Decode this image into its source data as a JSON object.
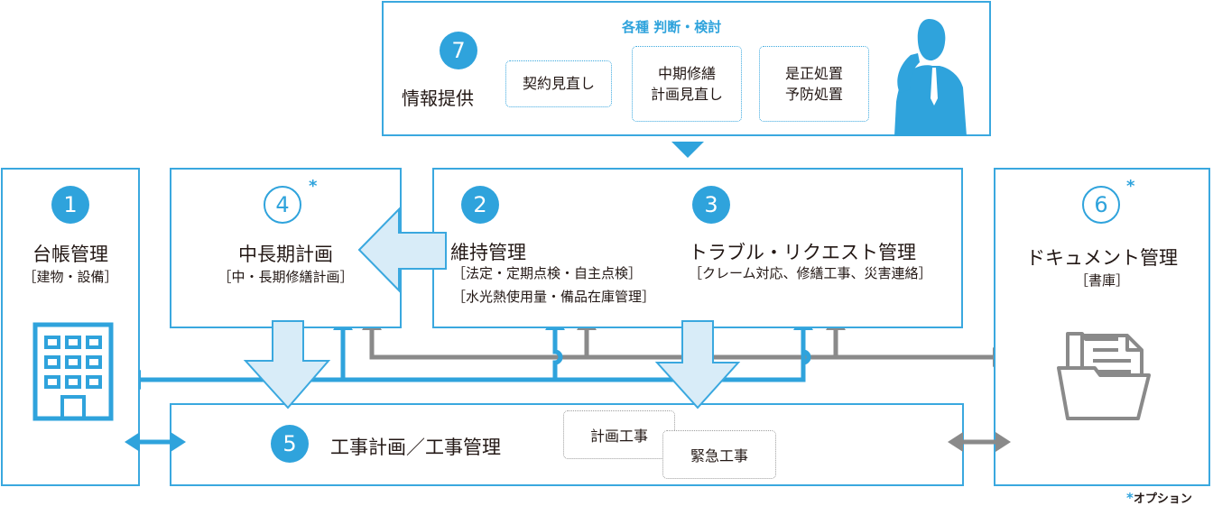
{
  "top_panel": {
    "number": "7",
    "label": "情報提供",
    "heading": "各種 判断・検討",
    "items": [
      "契約見直し",
      "中期修繕\n計画見直し",
      "是正処置\n予防処置"
    ]
  },
  "box1": {
    "number": "1",
    "title": "台帳管理",
    "sub": "［建物・設備］",
    "icon": "building-icon"
  },
  "box4": {
    "number": "4",
    "star": "*",
    "title": "中長期計画",
    "sub": "［中・長期修繕計画］"
  },
  "box2": {
    "number": "2",
    "title": "維持管理",
    "sub1": "［法定・定期点検・自主点検］",
    "sub2": "［水光熱使用量・備品在庫管理］"
  },
  "box3": {
    "number": "3",
    "title": "トラブル・リクエスト管理",
    "sub": "［クレーム対応、修繕工事、災害連絡］"
  },
  "box6": {
    "number": "6",
    "star": "*",
    "title": "ドキュメント管理",
    "sub": "［書庫］",
    "icon": "folder-icon"
  },
  "box5": {
    "number": "5",
    "title": "工事計画／工事管理",
    "tag1": "計画工事",
    "tag2": "緊急工事"
  },
  "footnote": {
    "star": "*",
    "label": "オプション"
  },
  "colors": {
    "blue": "#2fa3dc",
    "light_blue_fill": "#d8ecf8",
    "gray": "#8a8a8a"
  }
}
